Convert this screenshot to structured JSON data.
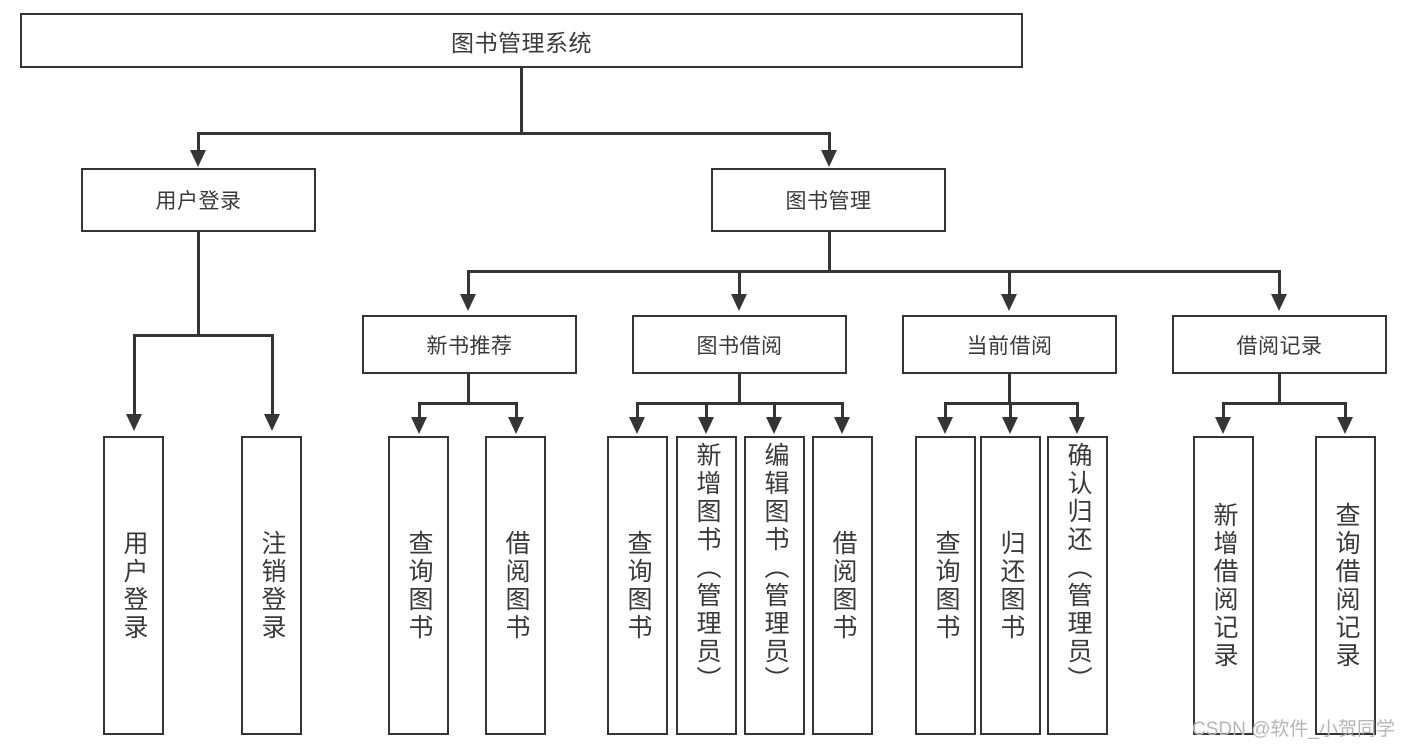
{
  "diagram": {
    "title": "图书管理系统",
    "root": {
      "label": "图书管理系统"
    },
    "level2": [
      {
        "label": "用户登录"
      },
      {
        "label": "图书管理"
      }
    ],
    "level3": [
      {
        "label": "新书推荐"
      },
      {
        "label": "图书借阅"
      },
      {
        "label": "当前借阅"
      },
      {
        "label": "借阅记录"
      }
    ],
    "leaves": {
      "user_login": [
        {
          "label": "用户登录"
        },
        {
          "label": "注销登录"
        }
      ],
      "new_book_recommend": [
        {
          "label": "查询图书"
        },
        {
          "label": "借阅图书"
        }
      ],
      "book_borrow": [
        {
          "label": "查询图书"
        },
        {
          "label": "新增图书（管理员）"
        },
        {
          "label": "编辑图书（管理员）"
        },
        {
          "label": "借阅图书"
        }
      ],
      "current_borrow": [
        {
          "label": "查询图书"
        },
        {
          "label": "归还图书"
        },
        {
          "label": "确认归还（管理员）"
        }
      ],
      "borrow_record": [
        {
          "label": "新增借阅记录"
        },
        {
          "label": "查询借阅记录"
        }
      ]
    }
  },
  "watermark": {
    "text": "CSDN @软件_小贺同学"
  },
  "colors": {
    "stroke": "#353535",
    "text": "#3a3a3a",
    "background": "#ffffff",
    "watermark": "#b6b6b6"
  }
}
